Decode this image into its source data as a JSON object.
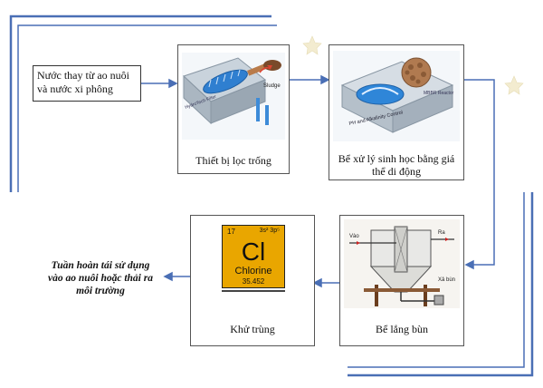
{
  "colors": {
    "frame_blue": "#4a6fb5",
    "arrow_blue": "#4a6fb5",
    "element_card": "#e9a600"
  },
  "steps": {
    "input": {
      "line1": "Nước thay từ ao nuôi",
      "line2": "và nước xi phông"
    },
    "drum_filter": {
      "label": "Thiết bị lọc trống",
      "image_labels": {
        "sludge": "Sludge",
        "device": "HydroTech Filter"
      }
    },
    "mbbr": {
      "label_line1": "Bể xử lý sinh học bằng giá",
      "label_line2": "thể di động",
      "image_labels": {
        "reactor": "MBBR Reactor",
        "control": "PH and Alkalinity Control"
      }
    },
    "settling": {
      "label": "Bể lắng bùn",
      "image_labels": {
        "inlet": "Vào",
        "outlet": "Ra",
        "sludge_out": "Xả bùn"
      }
    },
    "disinfection": {
      "label": "Khử trùng",
      "element": {
        "number": "17",
        "config": "3s² 3p⁵",
        "symbol": "Cl",
        "name": "Chlorine",
        "mass": "35.452"
      }
    },
    "output": {
      "line1": "Tuần hoàn tái  sử dụng",
      "line2": "vào ao nuôi hoặc thải ra",
      "line3": "môi trường"
    }
  }
}
